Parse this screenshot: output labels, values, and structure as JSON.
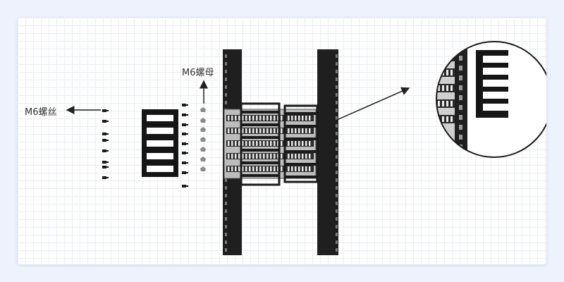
{
  "labels": {
    "screw": "M6螺丝",
    "nut": "M6螺母"
  },
  "colors": {
    "background": "#edf2fc",
    "rack": "#1f1f1f",
    "panel": "#c8c8c8",
    "manager": "#1a1a1a"
  },
  "icons": [
    "screw-icon",
    "cage-nut-icon",
    "cable-manager",
    "rack-rail",
    "zoom-detail-circle"
  ]
}
